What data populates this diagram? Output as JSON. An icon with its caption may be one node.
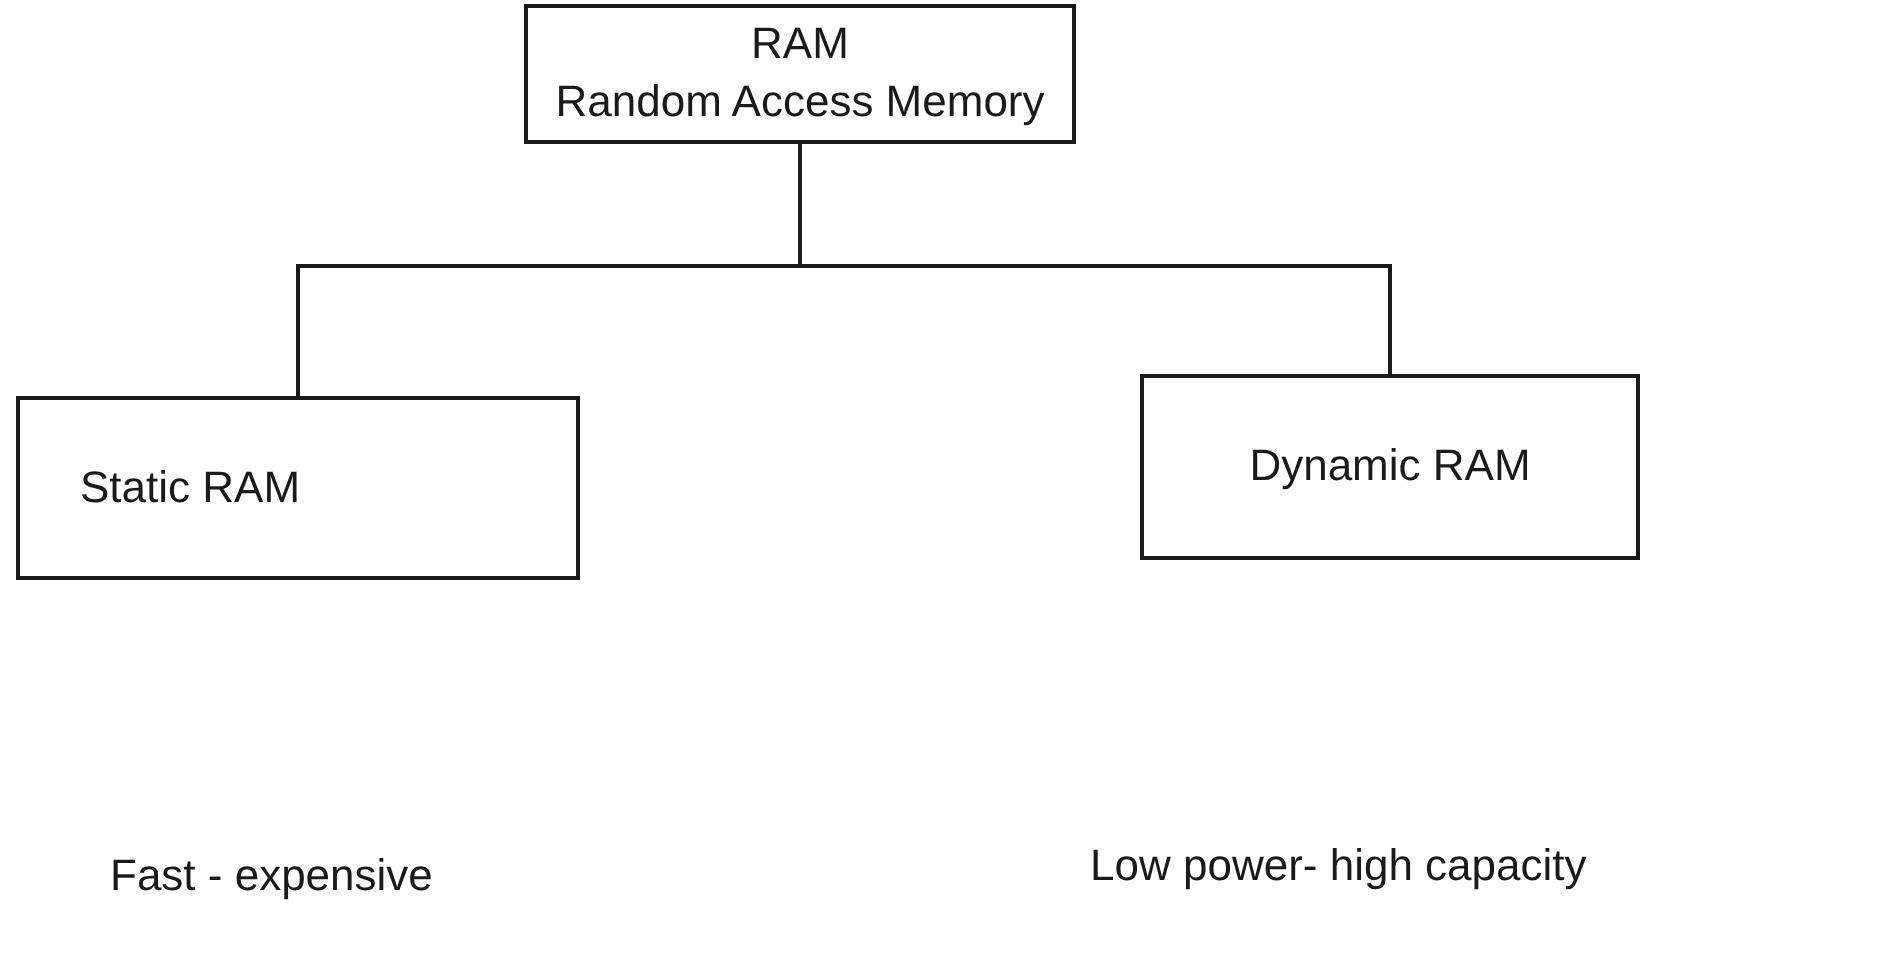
{
  "diagram": {
    "nodes": [
      {
        "text": [
          "RAM",
          "Random Access Memory"
        ]
      },
      {
        "text": [
          "Static RAM"
        ]
      },
      {
        "text": [
          "Dynamic RAM"
        ]
      }
    ],
    "labels": [
      "Fast - expensive",
      "Low power- high capacity"
    ],
    "edges": [
      {
        "from": 0,
        "to": 1,
        "arrow": "none"
      },
      {
        "from": 0,
        "to": 2,
        "arrow": "none"
      }
    ]
  }
}
